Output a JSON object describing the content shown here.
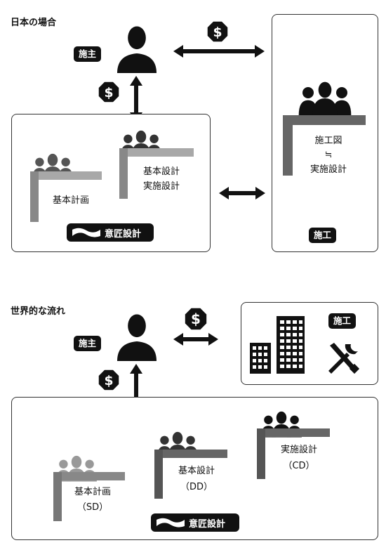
{
  "japan": {
    "title": "日本の場合",
    "owner_label": "施主",
    "money_symbol": "$",
    "design_office": {
      "plan_text": "基本計画",
      "design_line1": "基本設計",
      "design_line2": "実施設計",
      "banner_label": "意匠設計"
    },
    "contractor": {
      "line1": "施工図",
      "line2": "≒",
      "line3": "実施設計",
      "label": "施工"
    }
  },
  "world": {
    "title": "世界的な流れ",
    "owner_label": "施主",
    "money_symbol": "$",
    "contractor_label": "施工",
    "design_office": {
      "sd_line1": "基本計画",
      "sd_line2": "（SD）",
      "dd_line1": "基本設計",
      "dd_line2": "（DD）",
      "cd_line1": "実施設計",
      "cd_line2": "（CD）",
      "banner_label": "意匠設計"
    }
  },
  "icons": [
    "person-icon",
    "group-icon",
    "dollar-octagon-icon",
    "flag-icon",
    "building-icon",
    "tools-icon"
  ],
  "colors": {
    "primary": "#111111",
    "gray_dark": "#555555",
    "gray_mid": "#888888",
    "gray_light": "#a8a8a8"
  }
}
